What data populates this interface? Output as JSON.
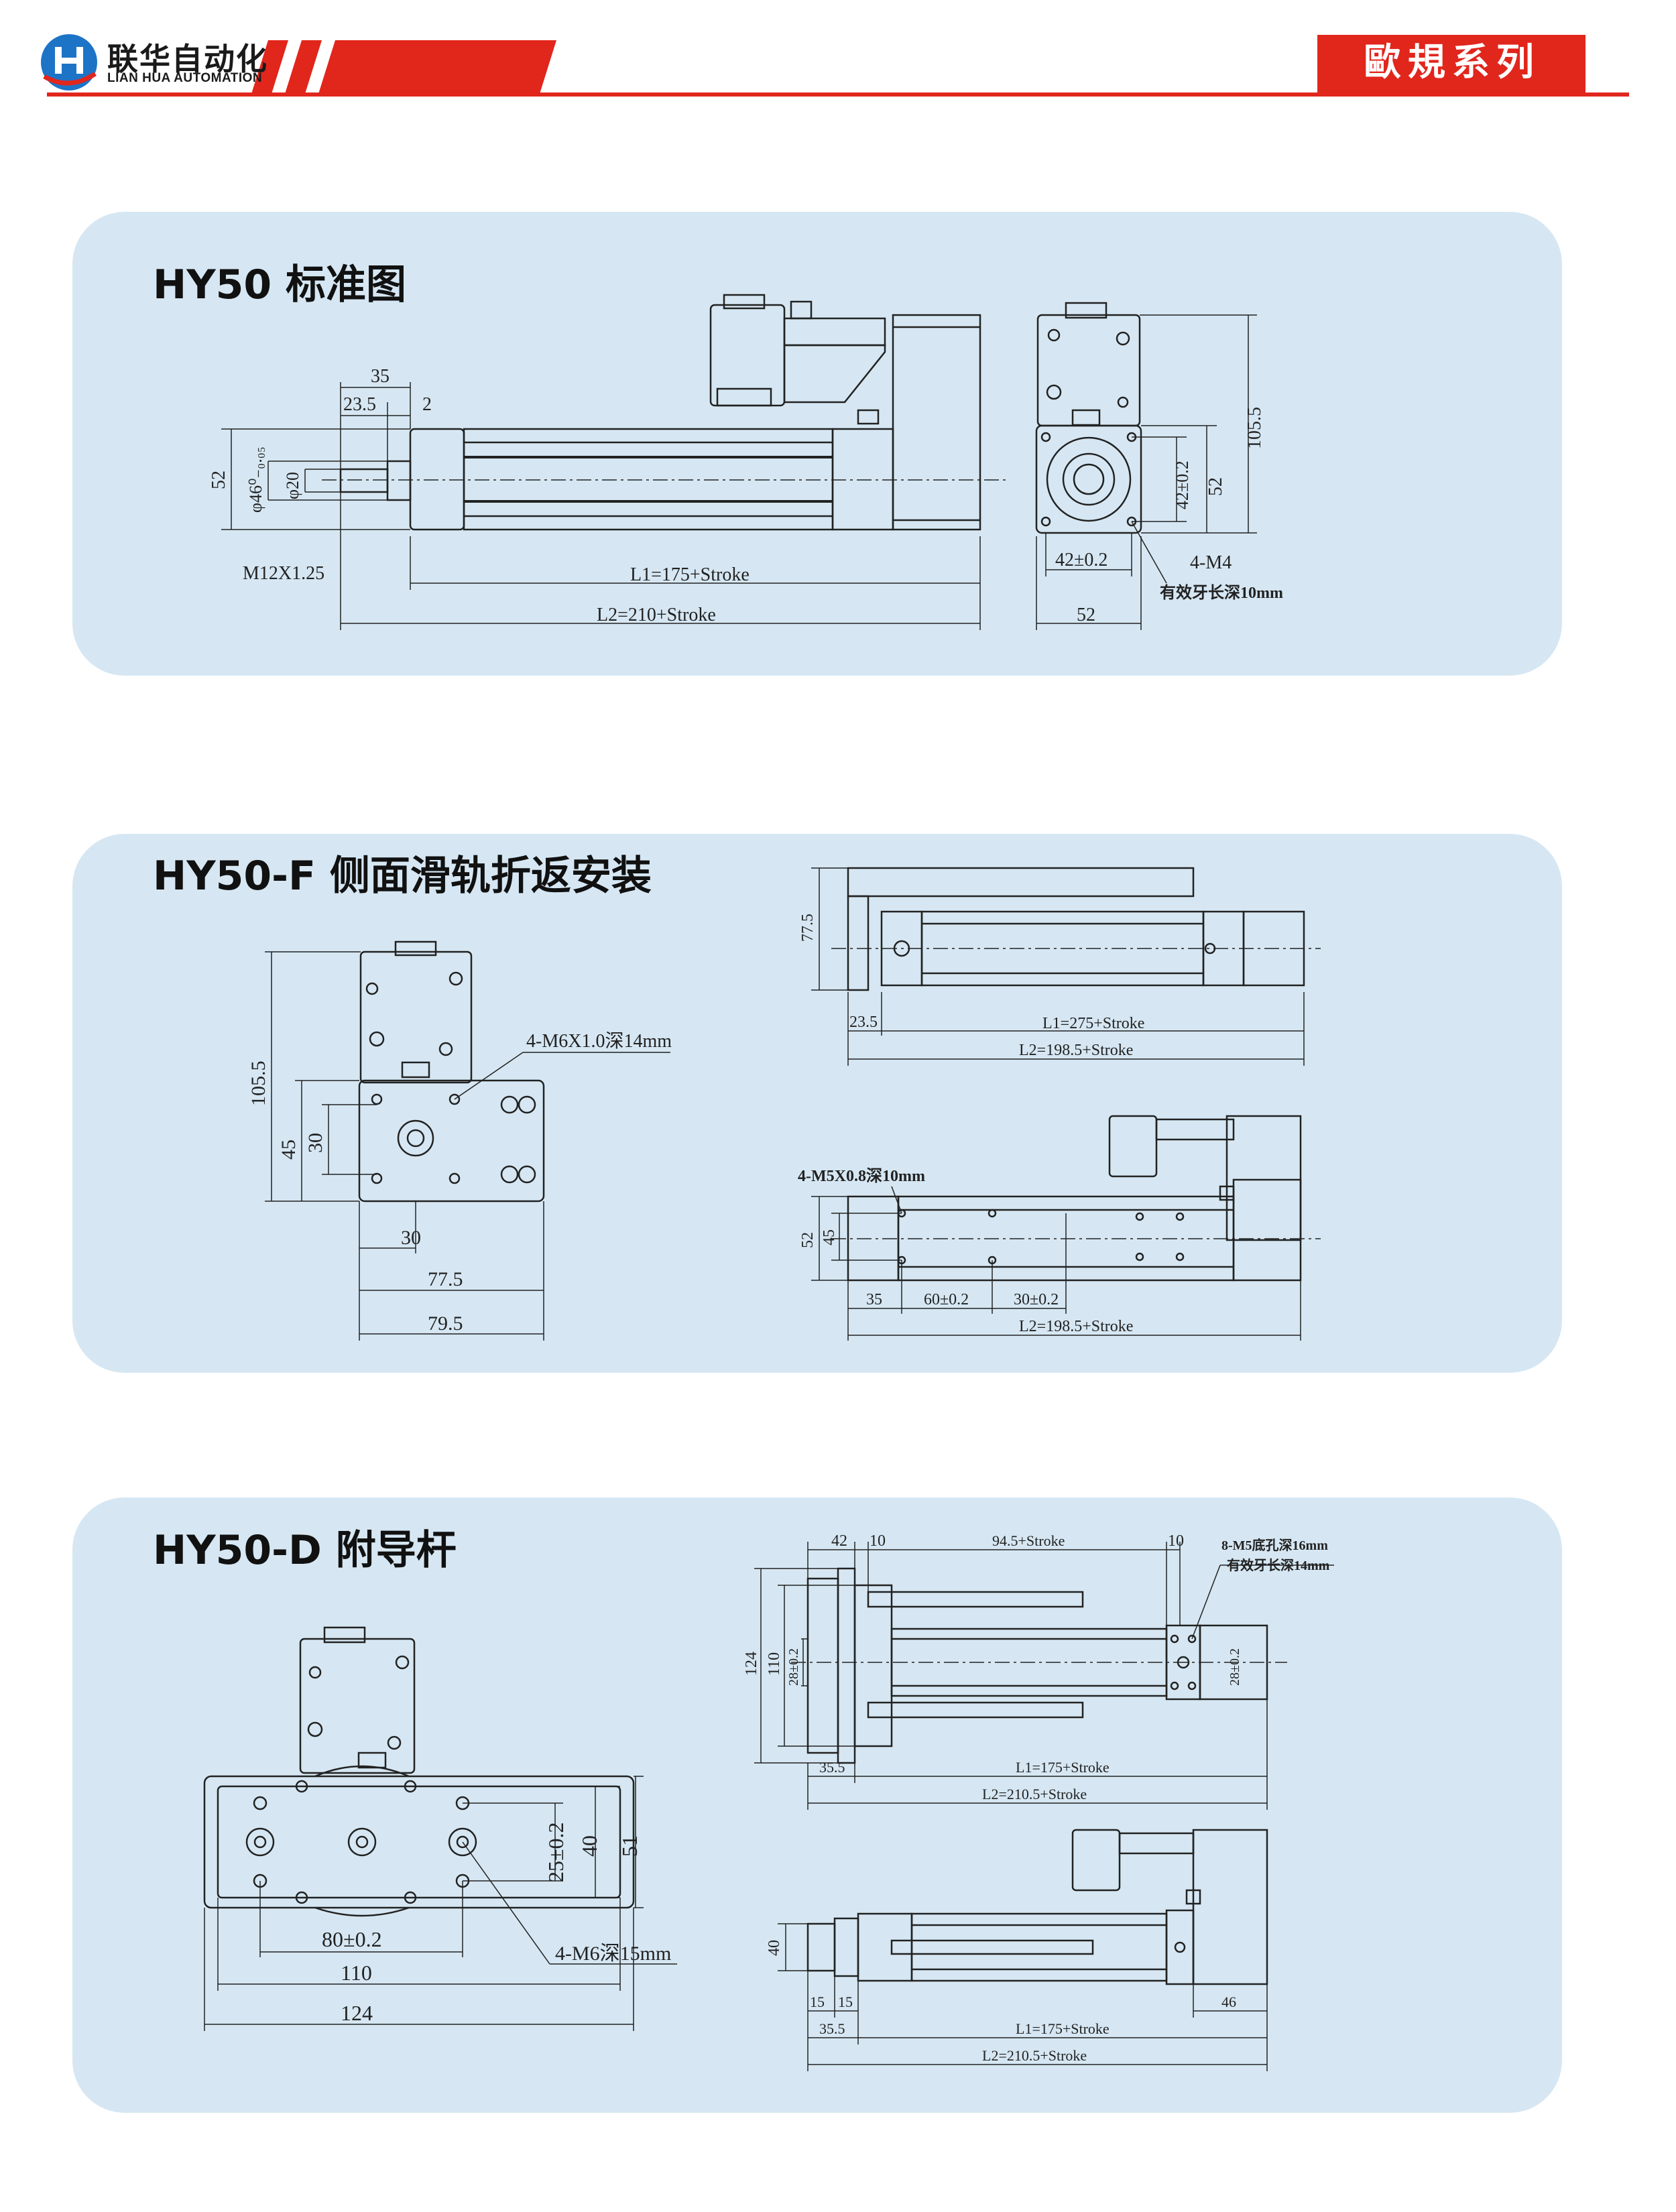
{
  "header": {
    "brand_cn": "联华自动化",
    "brand_en": "LIAN HUA AUTOMATION",
    "series": "歐規系列",
    "accent_color": "#e1261c",
    "logo_color": "#1d74c7"
  },
  "panel1": {
    "title": "HY50 标准图",
    "dims": {
      "d35": "35",
      "d23_5": "23.5",
      "d2": "2",
      "d52": "52",
      "d46": "φ46⁰₋₀.₀₅",
      "d20": "φ20",
      "thread": "M12X1.25",
      "l1": "L1=175+Stroke",
      "l2": "L2=210+Stroke",
      "d105_5": "105.5",
      "d42v": "42±0.2",
      "d52v": "52",
      "d42h": "42±0.2",
      "d52h": "52",
      "m4": "4-M4",
      "m4_depth": "有效牙长深10mm"
    }
  },
  "panel2": {
    "title": "HY50-F 侧面滑轨折返安装",
    "dims": {
      "d105_5": "105.5",
      "d45": "45",
      "d30v": "30",
      "m6": "4-M6X1.0深14mm",
      "d30h": "30",
      "d77_5": "77.5",
      "d79_5": "79.5",
      "t77_5": "77.5",
      "t23_5": "23.5",
      "tl1": "L1=275+Stroke",
      "tl2": "L2=198.5+Stroke",
      "m5": "4-M5X0.8深10mm",
      "b52": "52",
      "b45": "45",
      "b35": "35",
      "b60": "60±0.2",
      "b30": "30±0.2",
      "bl2": "L2=198.5+Stroke"
    }
  },
  "panel3": {
    "title": "HY50-D 附导杆",
    "dims": {
      "d25": "25±0.2",
      "d40": "40",
      "d51": "51",
      "d80": "80±0.2",
      "d110": "110",
      "d124": "124",
      "m6": "4-M6深15mm",
      "t42": "42",
      "t10a": "10",
      "t94_5": "94.5+Stroke",
      "t10b": "10",
      "m5a": "8-M5底孔深16mm",
      "m5b": "有效牙长深14mm",
      "t124": "124",
      "t110": "110",
      "t28": "28±0.2",
      "t28r": "28±0.2",
      "t35_5": "35.5",
      "tl1": "L1=175+Stroke",
      "tl2": "L2=210.5+Stroke",
      "b40": "40",
      "b15a": "15",
      "b15b": "15",
      "b46": "46",
      "b35_5": "35.5",
      "bl1": "L1=175+Stroke",
      "bl2": "L2=210.5+Stroke"
    }
  }
}
